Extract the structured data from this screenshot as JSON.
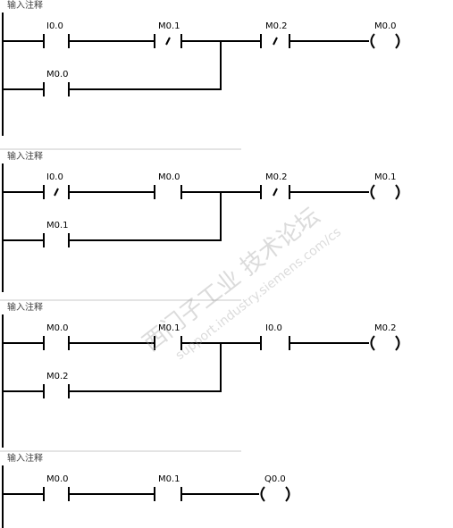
{
  "watermark": {
    "line1": "西门子工业 技术论坛",
    "line2": "support.industry.siemens.com/cs"
  },
  "networks": [
    {
      "comment": "输入注释",
      "row1": [
        {
          "kind": "no",
          "label": "I0.0"
        },
        {
          "kind": "nc",
          "label": "M0.1"
        },
        {
          "kind": "nc",
          "label": "M0.2"
        },
        {
          "kind": "coil",
          "label": "M0.0"
        }
      ],
      "row2": [
        {
          "kind": "no",
          "label": "M0.0"
        }
      ]
    },
    {
      "comment": "输入注释",
      "row1": [
        {
          "kind": "nc",
          "label": "I0.0"
        },
        {
          "kind": "no",
          "label": "M0.0"
        },
        {
          "kind": "nc",
          "label": "M0.2"
        },
        {
          "kind": "coil",
          "label": "M0.1"
        }
      ],
      "row2": [
        {
          "kind": "no",
          "label": "M0.1"
        }
      ]
    },
    {
      "comment": "输入注释",
      "row1": [
        {
          "kind": "no",
          "label": "M0.0"
        },
        {
          "kind": "no",
          "label": "M0.1"
        },
        {
          "kind": "no",
          "label": "I0.0"
        },
        {
          "kind": "coil",
          "label": "M0.2"
        }
      ],
      "row2": [
        {
          "kind": "no",
          "label": "M0.2"
        }
      ]
    },
    {
      "comment": "输入注释",
      "row1": [
        {
          "kind": "no",
          "label": "M0.0"
        },
        {
          "kind": "no",
          "label": "M0.1"
        },
        {
          "kind": "coil",
          "label": "Q0.0"
        }
      ],
      "row2": []
    }
  ]
}
